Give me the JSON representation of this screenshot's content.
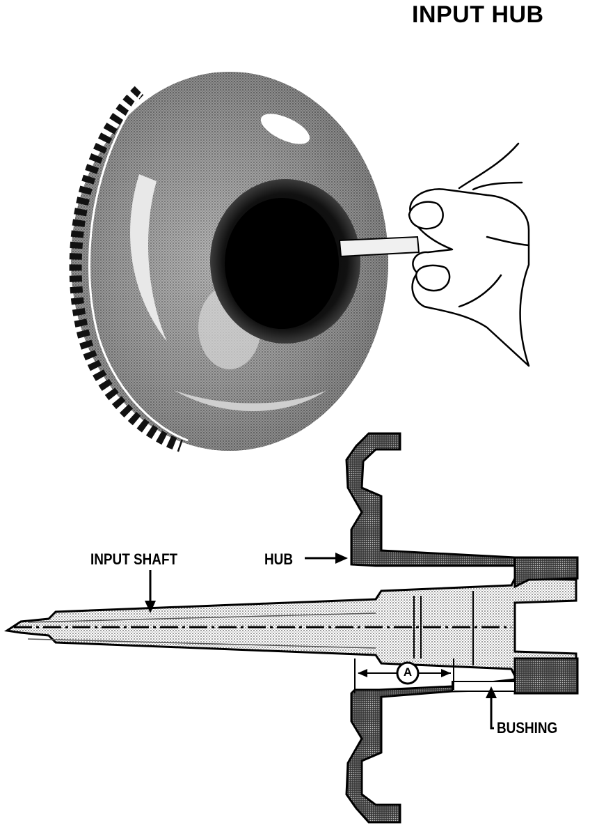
{
  "figure": {
    "title": "INPUT HUB",
    "labels": {
      "input_shaft": "INPUT SHAFT",
      "hub": "HUB",
      "bushing": "BUSHING",
      "dimension": "A"
    }
  },
  "colors": {
    "ink": "#000000",
    "paper": "#ffffff",
    "stipple": "#8a8a8a"
  }
}
